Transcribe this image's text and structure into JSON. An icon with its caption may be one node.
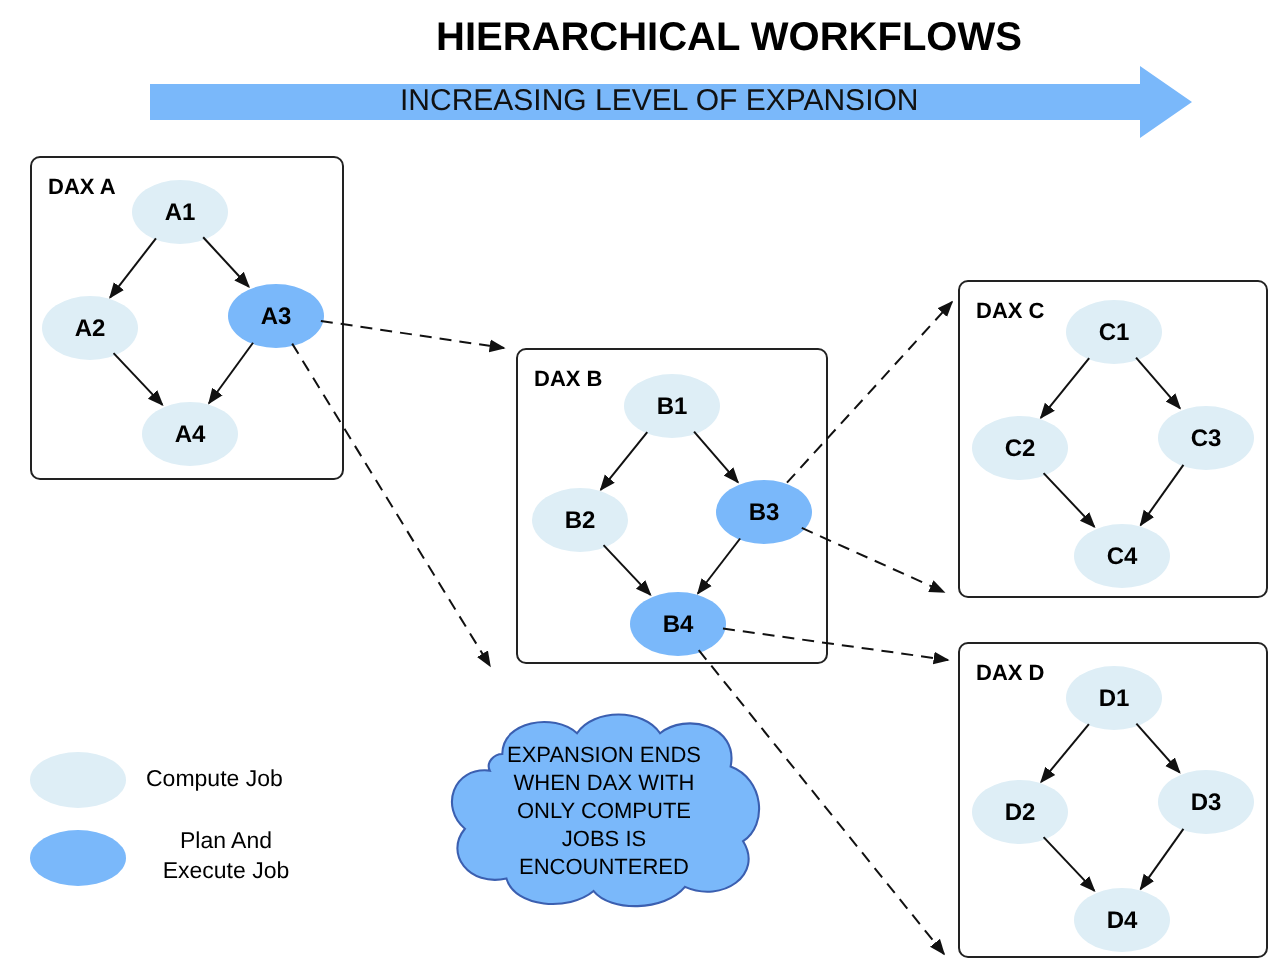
{
  "diagram": {
    "title": "HIERARCHICAL WORKFLOWS",
    "nodes": [
      {
        "text": [
          "DAX A"
        ]
      },
      {
        "text": [
          "A1"
        ],
        "in": 0
      },
      {
        "text": [
          "A2"
        ],
        "in": 0
      },
      {
        "text": [
          "A3"
        ],
        "in": 0
      },
      {
        "text": [
          "A4"
        ],
        "in": 0
      },
      {
        "text": [
          "DAX B"
        ]
      },
      {
        "text": [
          "B1"
        ],
        "in": 5
      },
      {
        "text": [
          "B2"
        ],
        "in": 5
      },
      {
        "text": [
          "B3"
        ],
        "in": 5
      },
      {
        "text": [
          "B4"
        ],
        "in": 5
      },
      {
        "text": [
          "DAX C"
        ]
      },
      {
        "text": [
          "C1"
        ],
        "in": 10
      },
      {
        "text": [
          "C2"
        ],
        "in": 10
      },
      {
        "text": [
          "C3"
        ],
        "in": 10
      },
      {
        "text": [
          "C4"
        ],
        "in": 10
      },
      {
        "text": [
          "DAX D"
        ]
      },
      {
        "text": [
          "D1"
        ],
        "in": 15
      },
      {
        "text": [
          "D2"
        ],
        "in": 15
      },
      {
        "text": [
          "D3"
        ],
        "in": 15
      },
      {
        "text": [
          "D4"
        ],
        "in": 15
      },
      {
        "text": [
          "EXPANSION ENDS WHEN DAX WITH ONLY COMPUTE JOBS IS ENCOUNTERED"
        ]
      }
    ],
    "edges": [
      {
        "from": 1,
        "to": 2,
        "arrow": "to"
      },
      {
        "from": 1,
        "to": 3,
        "arrow": "to"
      },
      {
        "from": 2,
        "to": 4,
        "arrow": "to"
      },
      {
        "from": 3,
        "to": 4,
        "arrow": "to"
      },
      {
        "from": 3,
        "to": 5,
        "arrow": "to",
        "style": "dashed"
      },
      {
        "from": 3,
        "to": 5,
        "arrow": "to",
        "style": "dashed"
      },
      {
        "from": 6,
        "to": 7,
        "arrow": "to"
      },
      {
        "from": 6,
        "to": 8,
        "arrow": "to"
      },
      {
        "from": 7,
        "to": 9,
        "arrow": "to"
      },
      {
        "from": 8,
        "to": 9,
        "arrow": "to"
      },
      {
        "from": 8,
        "to": 10,
        "arrow": "to",
        "style": "dashed"
      },
      {
        "from": 8,
        "to": 10,
        "arrow": "to",
        "style": "dashed"
      },
      {
        "from": 9,
        "to": 15,
        "arrow": "to",
        "style": "dashed"
      },
      {
        "from": 9,
        "to": 15,
        "arrow": "to",
        "style": "dashed"
      },
      {
        "from": 11,
        "to": 12,
        "arrow": "to"
      },
      {
        "from": 11,
        "to": 13,
        "arrow": "to"
      },
      {
        "from": 12,
        "to": 14,
        "arrow": "to"
      },
      {
        "from": 13,
        "to": 14,
        "arrow": "to"
      },
      {
        "from": 16,
        "to": 17,
        "arrow": "to"
      },
      {
        "from": 16,
        "to": 18,
        "arrow": "to"
      },
      {
        "from": 17,
        "to": 19,
        "arrow": "to"
      },
      {
        "from": 18,
        "to": 19,
        "arrow": "to"
      }
    ],
    "labels": [
      "INCREASING LEVEL OF EXPANSION"
    ],
    "legend": [
      {
        "text": "Compute Job",
        "color": "#deeef6"
      },
      {
        "text": "Plan And Execute Job",
        "color": "#7ab8fa"
      }
    ]
  }
}
